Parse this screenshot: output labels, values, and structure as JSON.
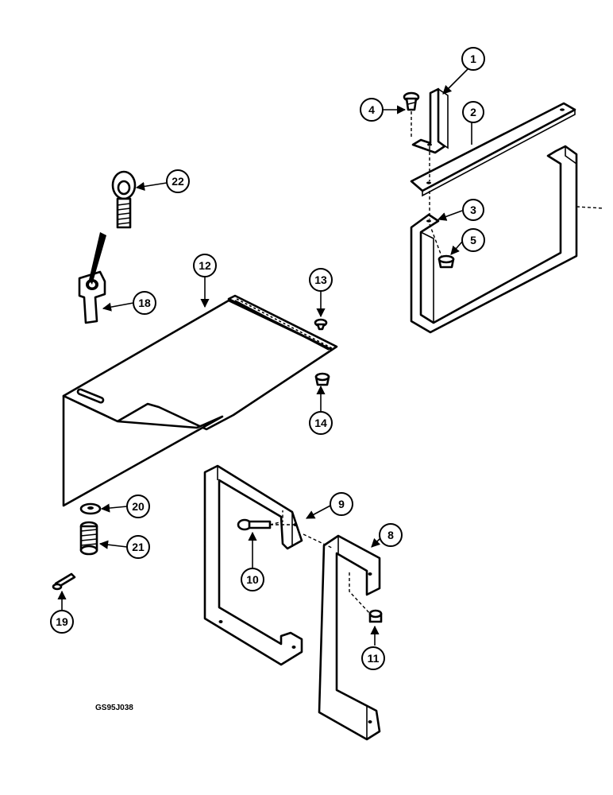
{
  "callouts": [
    "1",
    "2",
    "3",
    "4",
    "5",
    "8",
    "9",
    "10",
    "11",
    "12",
    "13",
    "14",
    "18",
    "19",
    "20",
    "21",
    "22"
  ],
  "drawing_code": "GS95J038"
}
